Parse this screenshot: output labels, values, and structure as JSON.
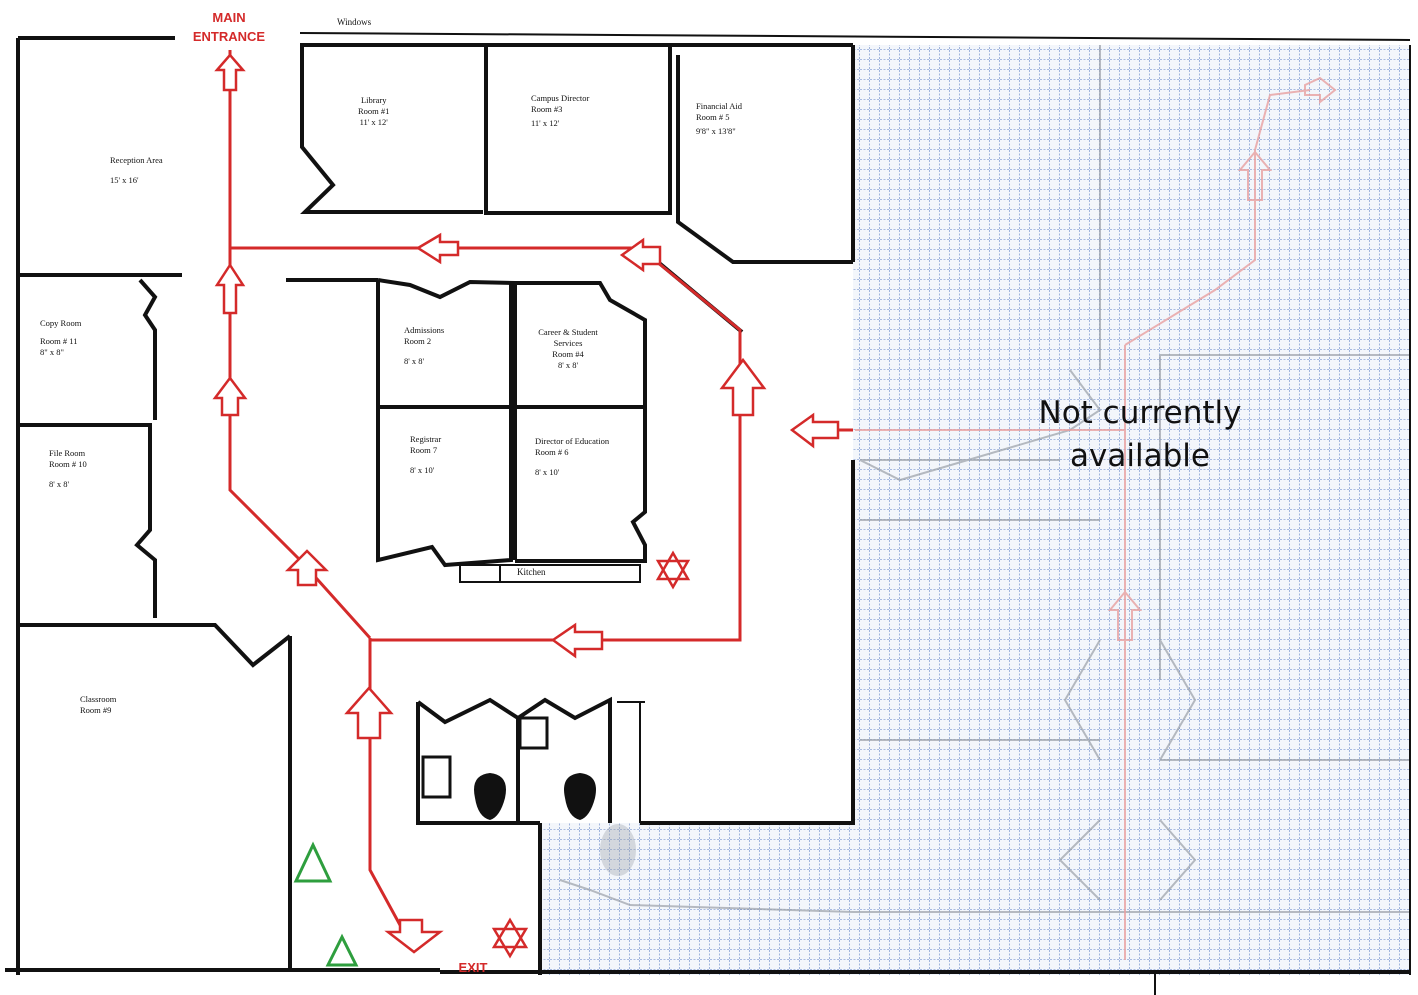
{
  "header": {
    "main_entrance": [
      "MAIN",
      "ENTRANCE"
    ],
    "windows": "Windows"
  },
  "rooms": {
    "reception": [
      "Reception Area",
      "15' x 16'"
    ],
    "library": [
      "Library",
      "Room #1",
      "11' x 12'"
    ],
    "campus_director": [
      "Campus Director",
      "Room #3",
      "11' x 12'"
    ],
    "financial_aid": [
      "Financial Aid",
      "Room # 5",
      "9'8\" x 13'8\""
    ],
    "copy_room": [
      "Copy Room",
      "Room # 11",
      "8\" x 8\""
    ],
    "file_room": [
      "File Room",
      "Room # 10",
      "8' x 8'"
    ],
    "admissions": [
      "Admissions",
      "Room 2",
      "8' x 8'"
    ],
    "career": [
      "Career & Student",
      "Services",
      "Room #4",
      "8' x 8'"
    ],
    "registrar": [
      "Registrar",
      "Room 7",
      "8' x 10'"
    ],
    "director_education": [
      "Director of Education",
      "Room # 6",
      "8' x 10'"
    ],
    "kitchen": "Kitchen",
    "classroom": [
      "Classroom",
      "Room #9"
    ]
  },
  "exit_label": "EXIT",
  "notice": [
    "Not currently",
    "available"
  ],
  "colors": {
    "route": "#d42a2a",
    "assembly_marker": "#2e9e3e",
    "grid": "#5b7fc4",
    "walls": "#111111"
  },
  "icons": {
    "exit_arrow": "hollow-arrow-icon",
    "fire_extinguisher": "star-of-david-icon",
    "assembly_point": "triangle-icon"
  }
}
